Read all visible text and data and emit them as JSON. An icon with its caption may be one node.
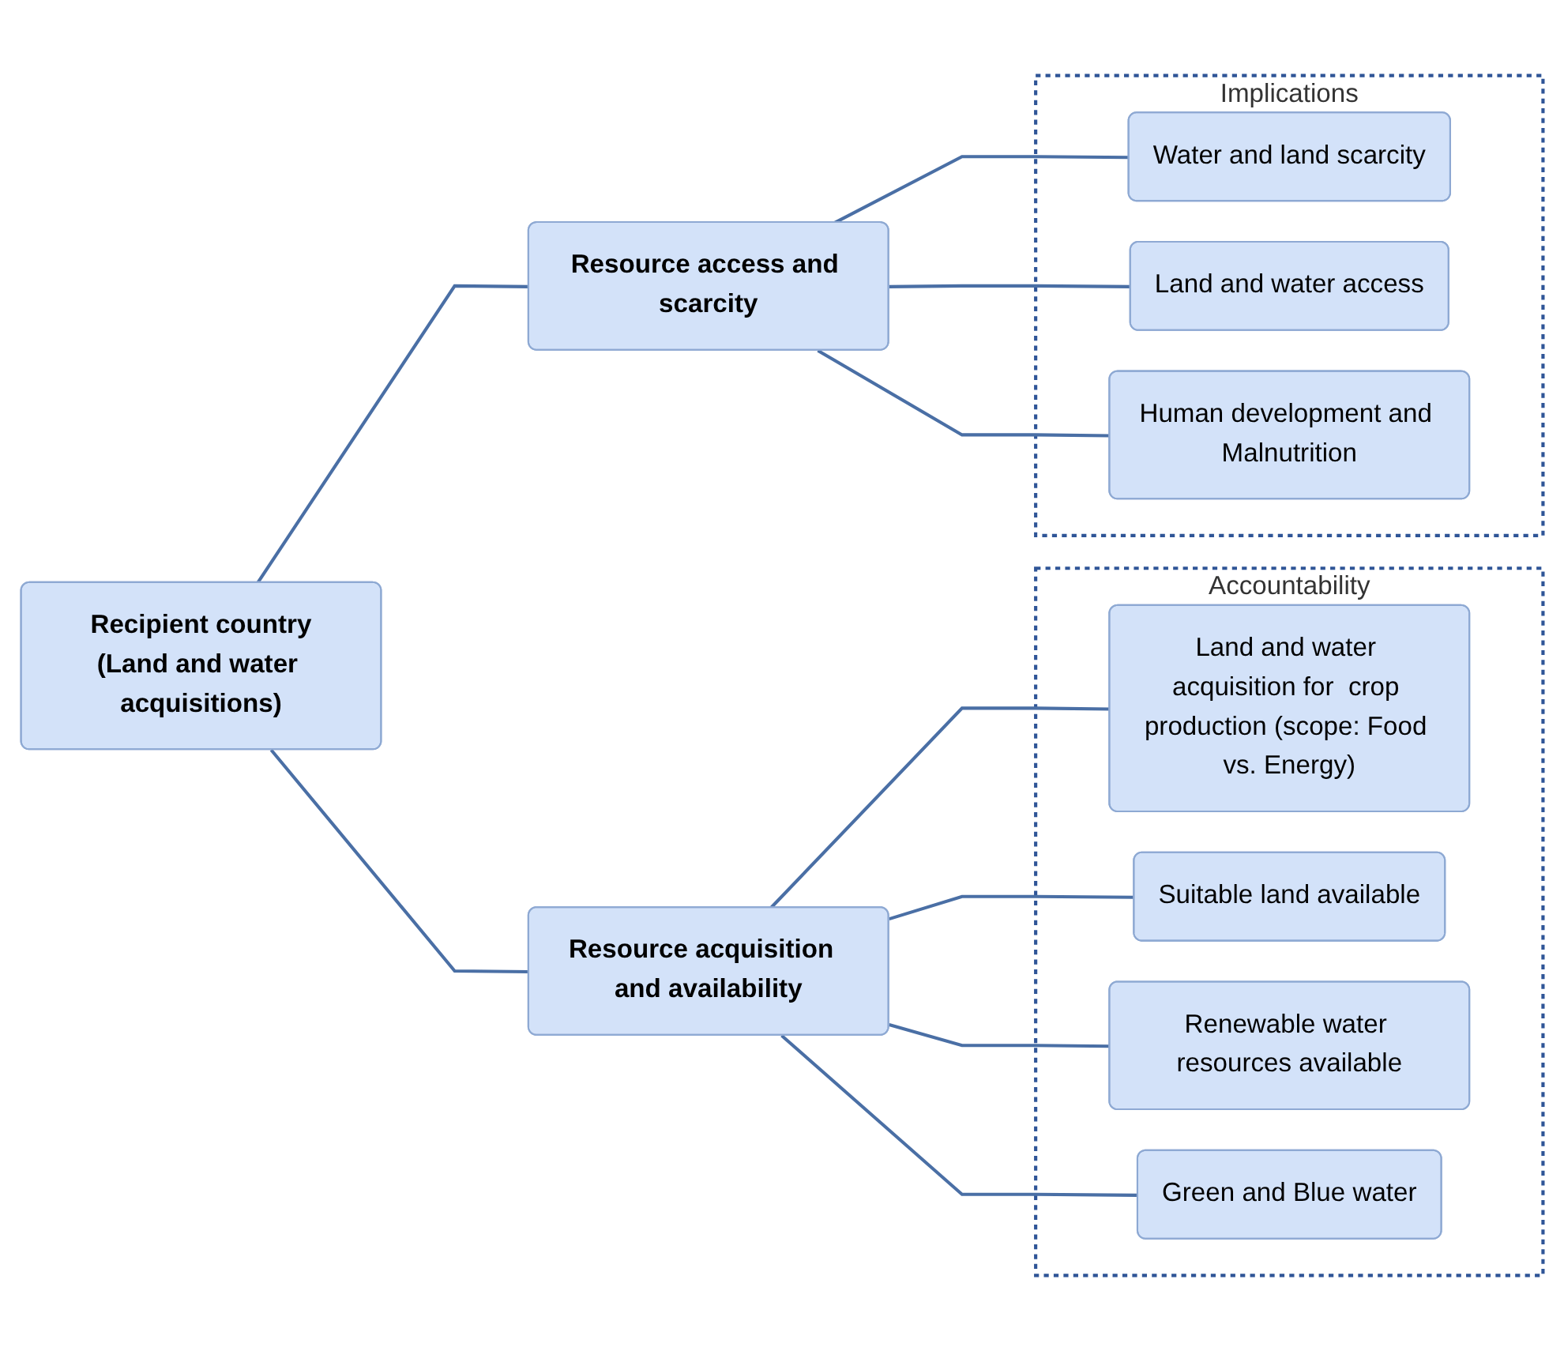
{
  "diagram": {
    "nodes": [
      {
        "text": [
          "Recipient country",
          "(Land and water acquisitions)"
        ]
      },
      {
        "text": [
          "Resource acquisition  and availability"
        ]
      },
      {
        "text": [
          "Resource access and scarcity"
        ]
      },
      {
        "text": [
          "Accountability"
        ]
      },
      {
        "text": [
          "Land and water acquisition for  crop production (scope: Food vs. Energy)"
        ],
        "in": 3
      },
      {
        "text": [
          "Suitable land available"
        ],
        "in": 3
      },
      {
        "text": [
          "Renewable water resources available"
        ],
        "in": 3
      },
      {
        "text": [
          "Green and Blue water"
        ],
        "in": 3
      },
      {
        "text": [
          "Implications"
        ]
      },
      {
        "text": [
          "Water and land scarcity"
        ],
        "in": 8
      },
      {
        "text": [
          "Land and water access"
        ],
        "in": 8
      },
      {
        "text": [
          "Human development and Malnutrition"
        ],
        "in": 8
      }
    ],
    "edges": [
      {
        "from": 0,
        "to": 1,
        "arrow": "none"
      },
      {
        "from": 0,
        "to": 2,
        "arrow": "none"
      },
      {
        "from": 1,
        "to": 4,
        "arrow": "none"
      },
      {
        "from": 1,
        "to": 5,
        "arrow": "none"
      },
      {
        "from": 1,
        "to": 6,
        "arrow": "none"
      },
      {
        "from": 1,
        "to": 7,
        "arrow": "none"
      },
      {
        "from": 2,
        "to": 9,
        "arrow": "none"
      },
      {
        "from": 2,
        "to": 10,
        "arrow": "none"
      },
      {
        "from": 2,
        "to": 11,
        "arrow": "none"
      }
    ]
  }
}
